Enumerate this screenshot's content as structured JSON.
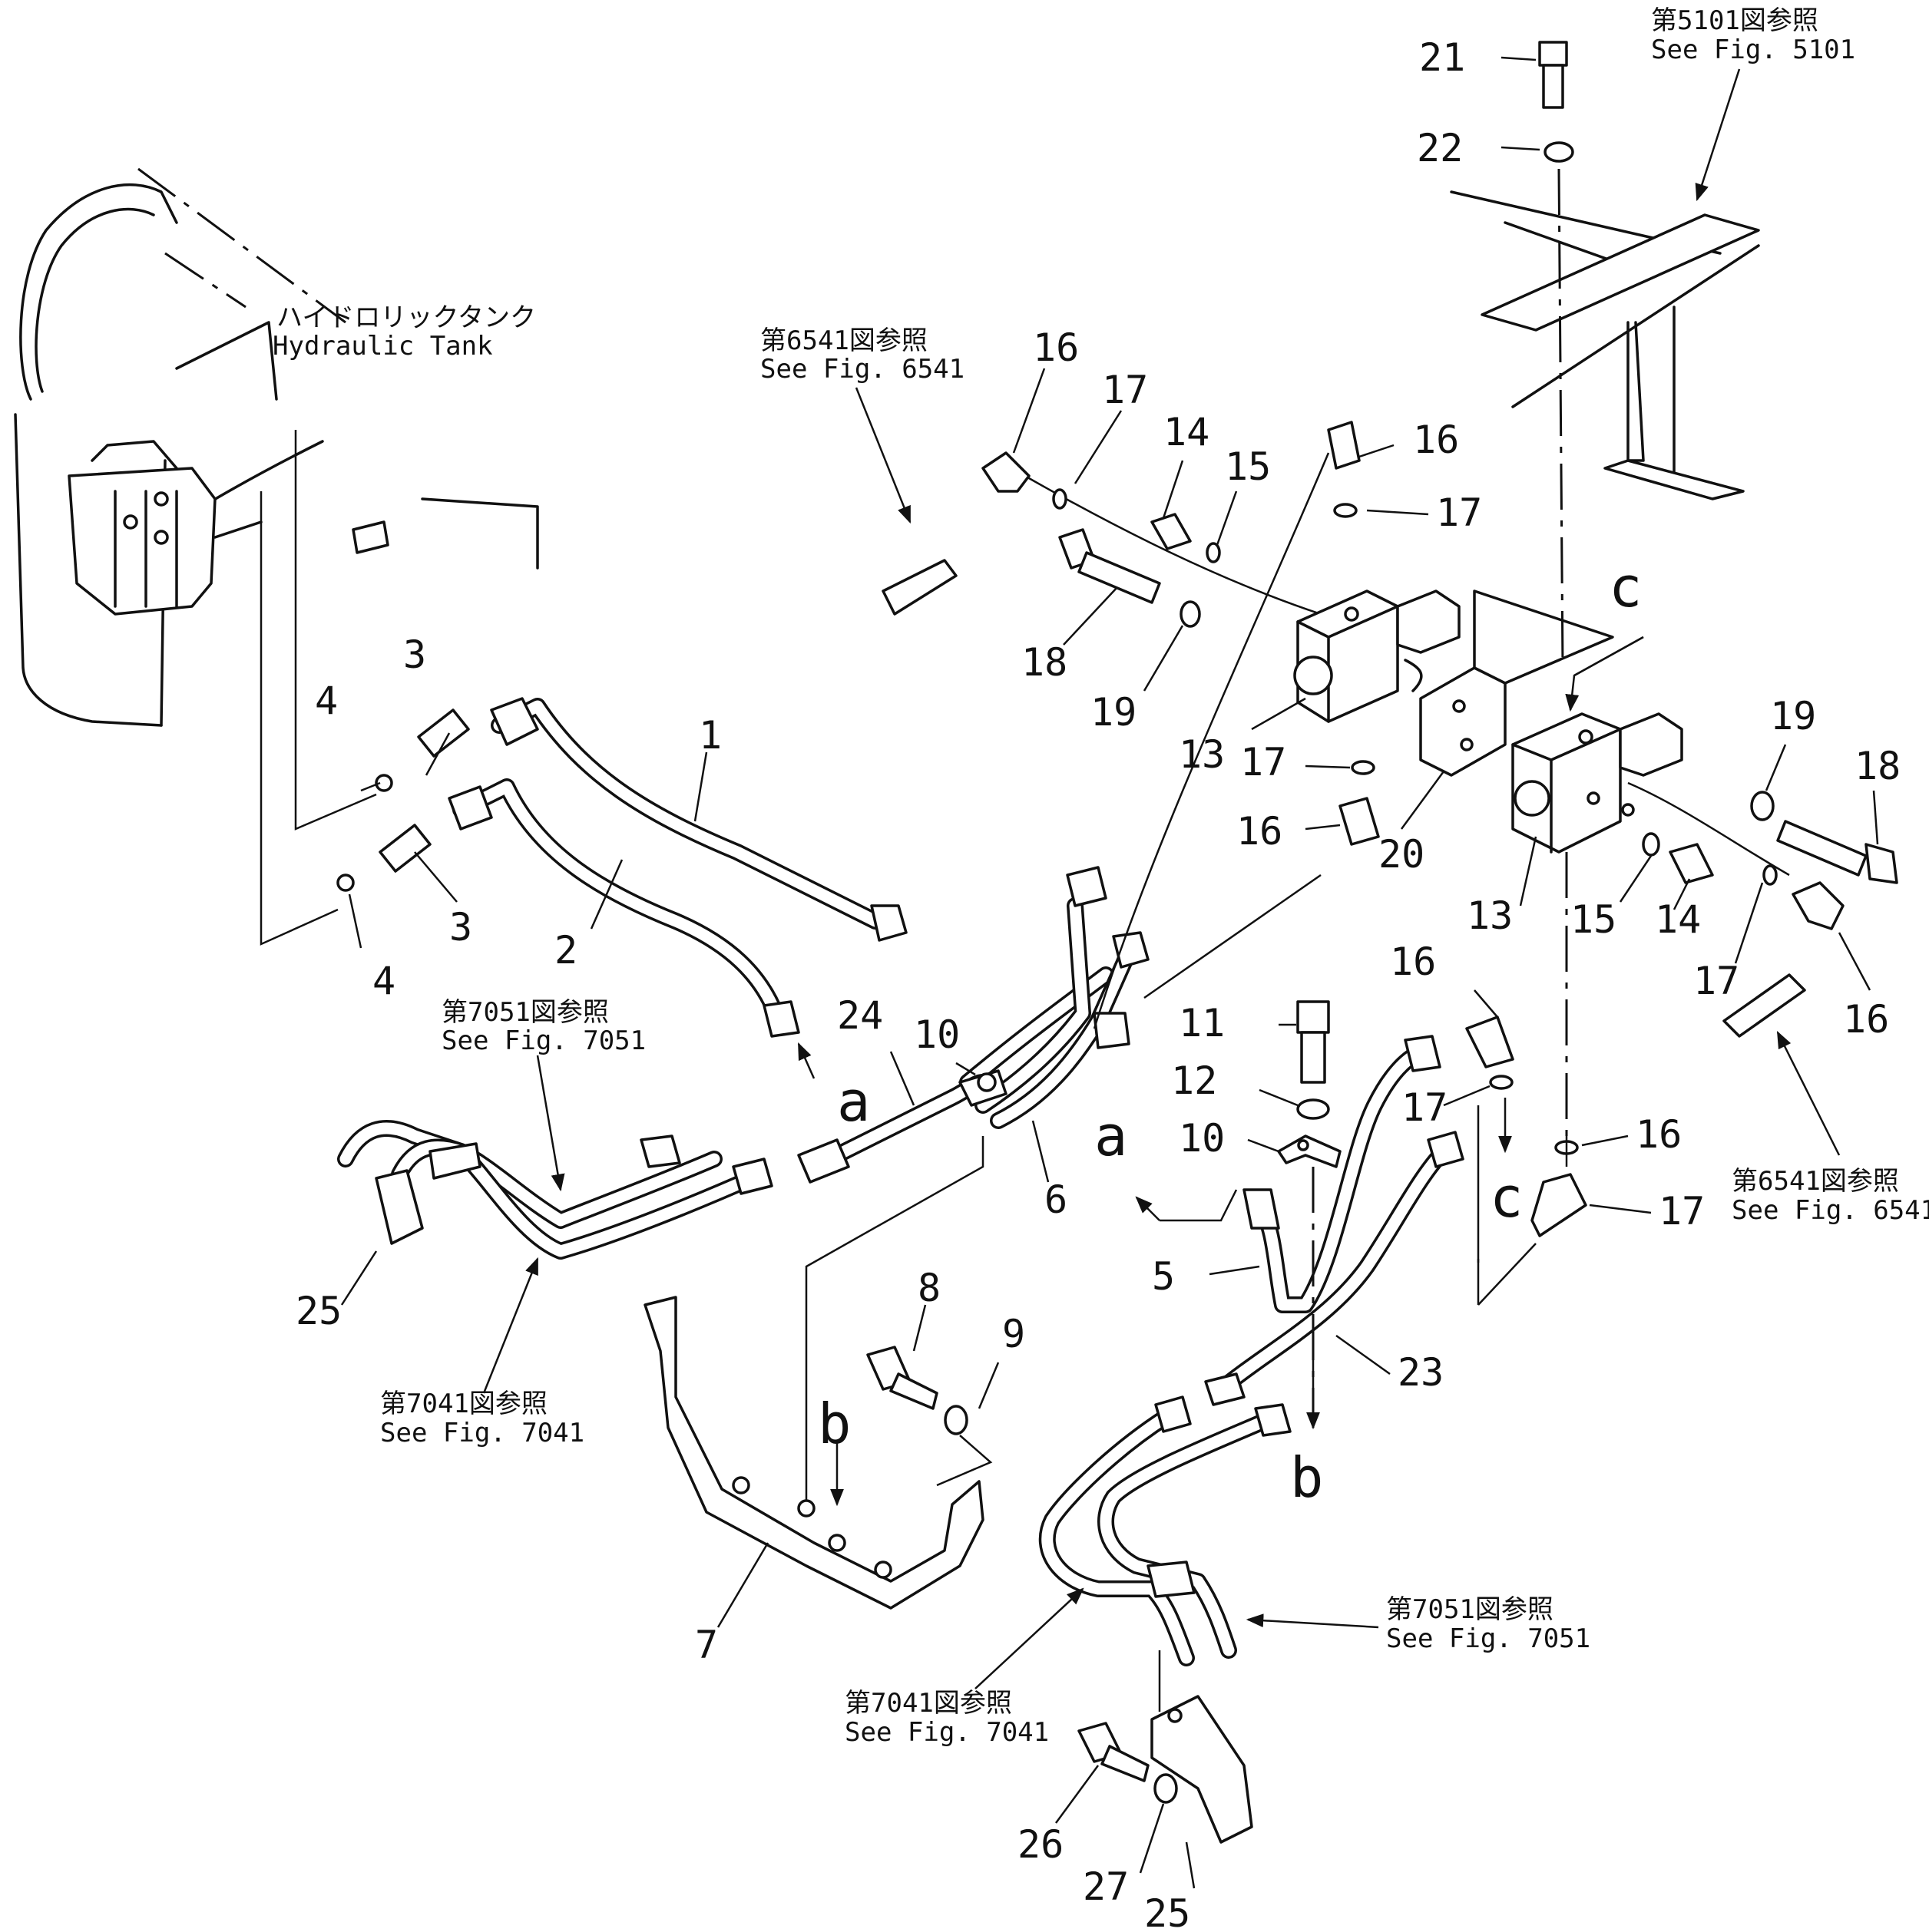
{
  "labels": {
    "tank_jp": "ハイドロリックタンク",
    "tank_en": "Hydraulic  Tank",
    "ref_5101_jp": "第5101図参照",
    "ref_5101_en": "See  Fig. 5101",
    "ref_6541_top_jp": "第6541図参照",
    "ref_6541_top_en": "See  Fig. 6541",
    "ref_6541_right_jp": "第6541図参照",
    "ref_6541_right_en": "See  Fig. 6541",
    "ref_7051_left_jp": "第7051図参照",
    "ref_7051_left_en": "See  Fig. 7051",
    "ref_7041_left_jp": "第7041図参照",
    "ref_7041_left_en": "See  Fig. 7041",
    "ref_7051_right_jp": "第7051図参照",
    "ref_7051_right_en": "See  Fig. 7051",
    "ref_7041_bottom_jp": "第7041図参照",
    "ref_7041_bottom_en": "See  Fig. 7041"
  },
  "callouts": {
    "n1": "1",
    "n2": "2",
    "n3a": "3",
    "n3b": "3",
    "n4a": "4",
    "n4b": "4",
    "n5": "5",
    "n6": "6",
    "n7": "7",
    "n8": "8",
    "n9": "9",
    "n10a": "10",
    "n10b": "10",
    "n11": "11",
    "n12": "12",
    "n13a": "13",
    "n13b": "13",
    "n14a": "14",
    "n14b": "14",
    "n15a": "15",
    "n15b": "15",
    "n16a": "16",
    "n16b": "16",
    "n16c": "16",
    "n16d": "16",
    "n16e": "16",
    "n16f": "16",
    "n17a": "17",
    "n17b": "17",
    "n17c": "17",
    "n17d": "17",
    "n17e": "17",
    "n17f": "17",
    "n18a": "18",
    "n18b": "18",
    "n19a": "19",
    "n19b": "19",
    "n20": "20",
    "n21": "21",
    "n22": "22",
    "n23": "23",
    "n24": "24",
    "n25a": "25",
    "n25b": "25",
    "n26": "26",
    "n27": "27"
  },
  "letters": {
    "a_upper": "a",
    "a_lower": "a",
    "b_upper": "b",
    "b_lower": "b",
    "c_upper": "c",
    "c_lower": "c"
  }
}
